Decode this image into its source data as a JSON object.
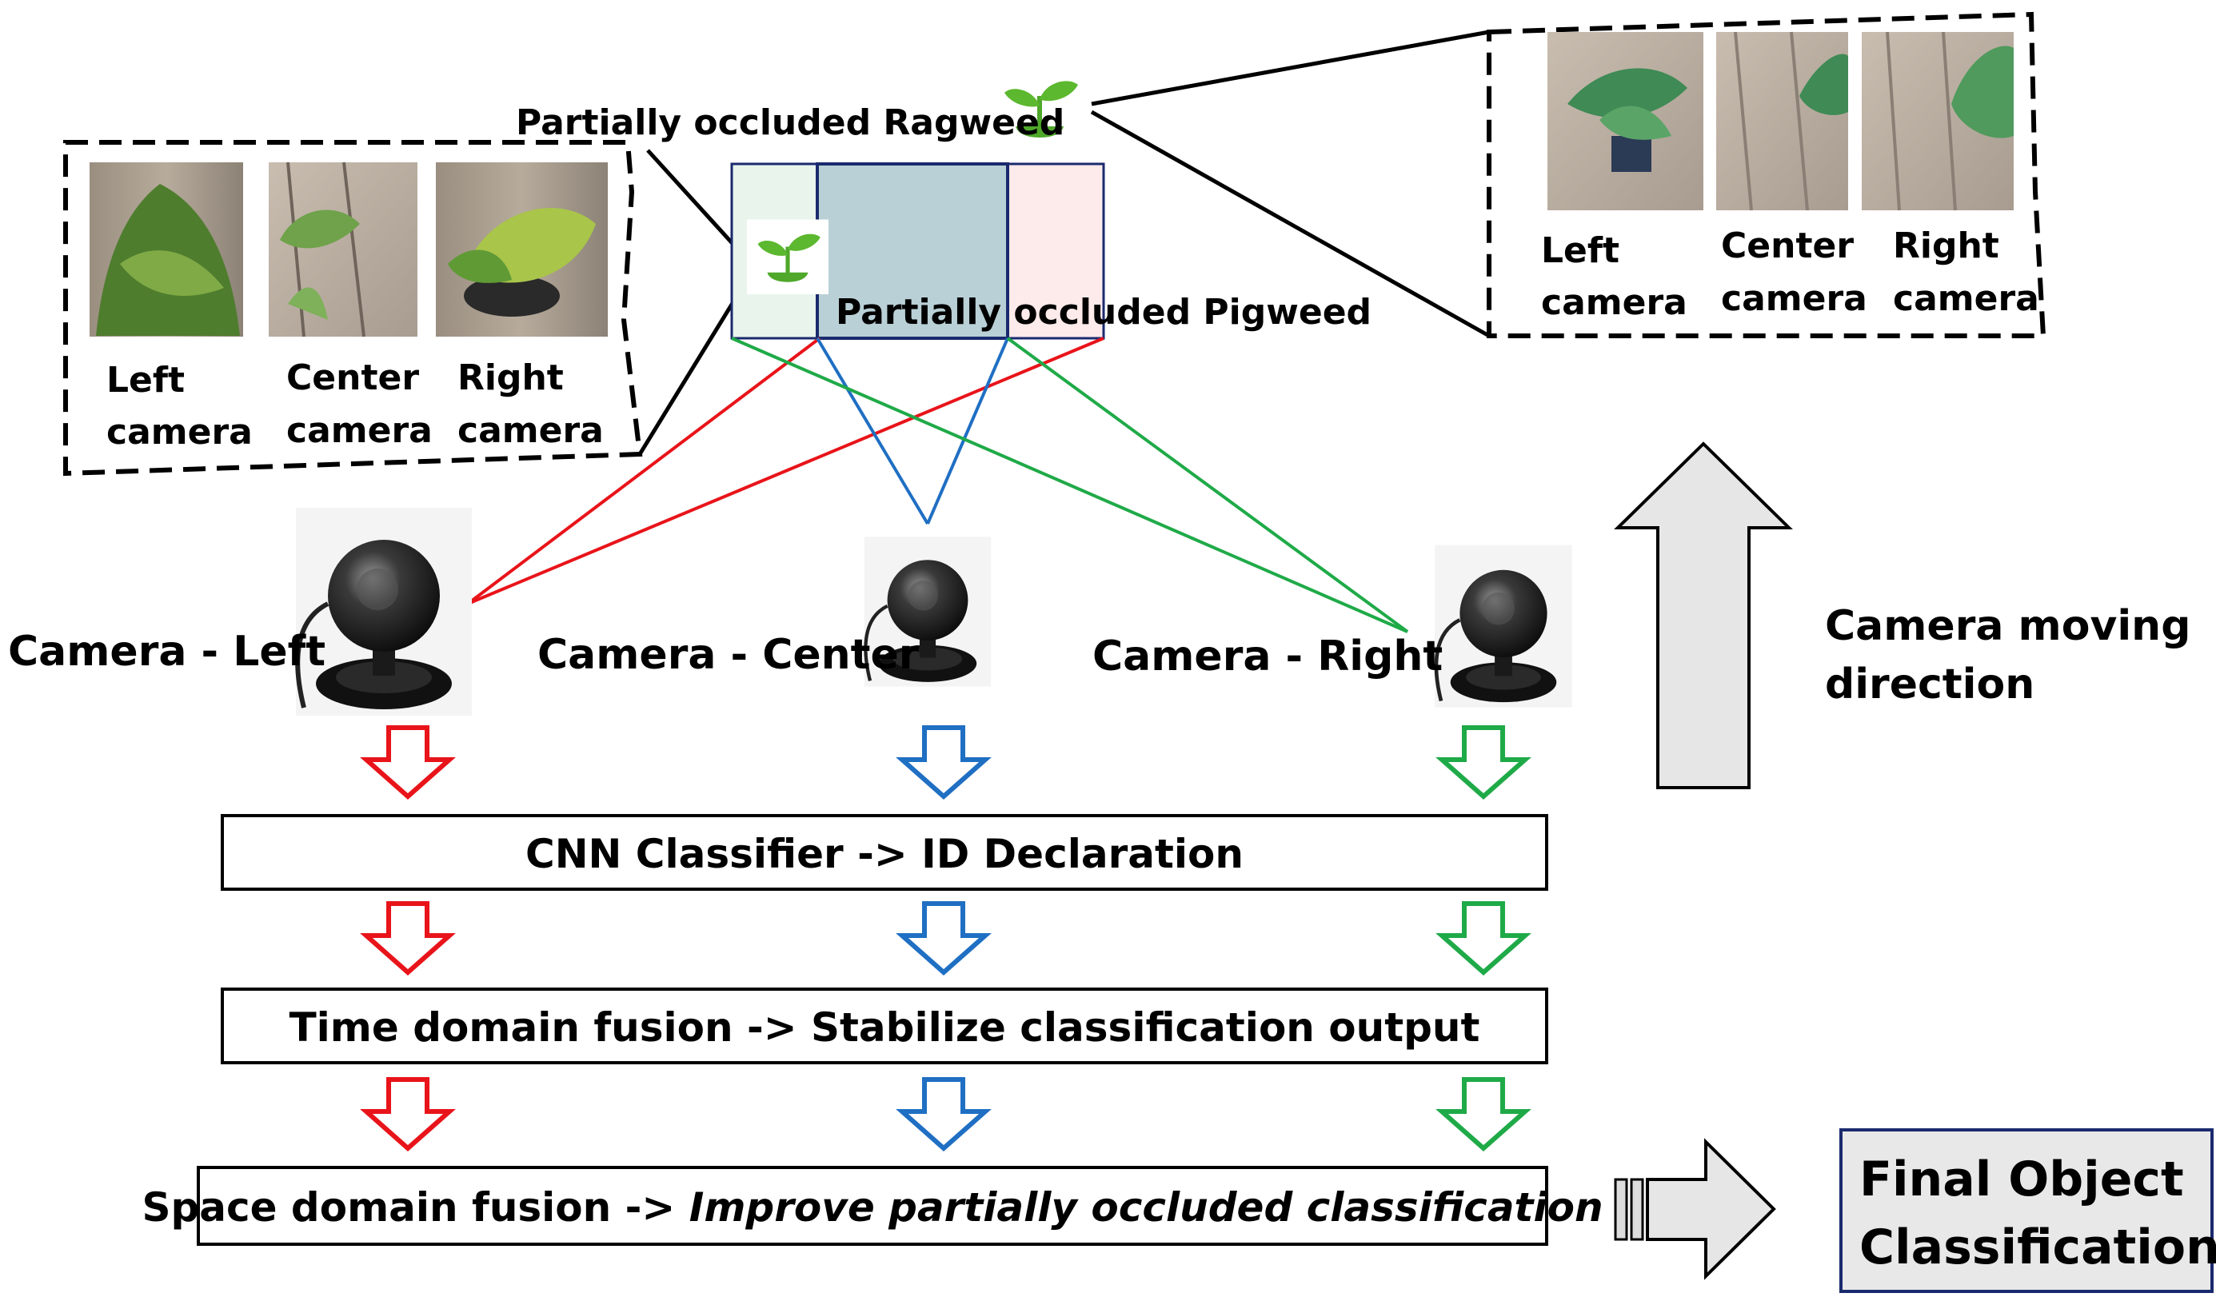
{
  "colors": {
    "left": "#e8141a",
    "center": "#1f6fc3",
    "right": "#1faa48",
    "box_border": "#1a2a6e",
    "arrow_fill": "#e6e6e6",
    "final_fill": "#e8e8e8"
  },
  "top_labels": {
    "ragweed": "Partially occluded Ragweed",
    "pigweed": "Partially occluded Pigweed"
  },
  "left_panel": {
    "left_label": [
      "Left",
      "camera"
    ],
    "center_label": [
      "Center",
      "camera"
    ],
    "right_label": [
      "Right",
      "camera"
    ]
  },
  "right_panel": {
    "left_label": [
      "Left",
      "camera"
    ],
    "center_label": [
      "Center",
      "camera"
    ],
    "right_label": [
      "Right",
      "camera"
    ]
  },
  "cameras": {
    "left": "Camera - Left",
    "center": "Camera - Center",
    "right": "Camera - Right"
  },
  "stages": {
    "cnn": "CNN Classifier -> ID Declaration",
    "time": "Time domain fusion -> Stabilize classification output",
    "space_prefix": "Space domain fusion -> ",
    "space_emph": "Improve partially occluded classification"
  },
  "direction_label": [
    "Camera moving",
    "direction"
  ],
  "final": [
    "Final Object",
    "Classification"
  ],
  "icons": [
    "sprout-icon",
    "webcam-icon",
    "hollow-down-arrow-icon",
    "big-up-arrow-icon",
    "right-arrow-icon"
  ]
}
